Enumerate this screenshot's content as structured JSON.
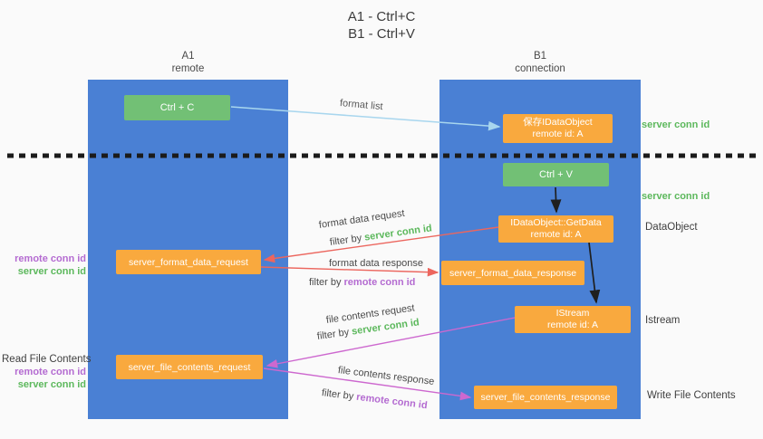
{
  "title": {
    "line1": "A1 - Ctrl+C",
    "line2": "B1 - Ctrl+V"
  },
  "columns": {
    "a": {
      "title": "A1",
      "subtitle": "remote"
    },
    "b": {
      "title": "B1",
      "subtitle": "connection"
    }
  },
  "nodes": {
    "ctrl_c": "Ctrl + C",
    "ctrl_v": "Ctrl + V",
    "save_idataobject": {
      "line1": "保存IDataObject",
      "line2": "remote id: A"
    },
    "getdata": {
      "line1": "IDataObject::GetData",
      "line2": "remote id: A"
    },
    "istream": {
      "line1": "IStream",
      "line2": "remote id: A"
    },
    "format_request": "server_format_data_request",
    "format_response": "server_format_data_response",
    "file_request": "server_file_contents_request",
    "file_response": "server_file_contents_response"
  },
  "side_labels": {
    "server_conn_id_1": "server conn id",
    "server_conn_id_2": "server conn id",
    "dataobject": "DataObject",
    "istream": "Istream",
    "write_file_contents": "Write File Contents",
    "read_file_contents": "Read File Contents",
    "remote_conn_id_a": "remote conn id",
    "server_conn_id_a": "server conn id",
    "remote_conn_id_b": "remote conn id",
    "server_conn_id_b": "server conn id"
  },
  "arrow_labels": {
    "format_list": "format list",
    "format_data_request": "format data request",
    "filter_by_1": "filter by",
    "filter_value_1": "server conn id",
    "format_data_response": "format data response",
    "filter_by_2": "filter by",
    "filter_value_2": "remote conn id",
    "file_contents_request": "file contents request",
    "filter_by_3": "filter by",
    "filter_value_3": "server conn id",
    "file_contents_response": "file contents response",
    "filter_by_4": "filter by",
    "filter_value_4": "remote conn id"
  },
  "colors": {
    "column_blue": "#4a80d4",
    "box_green": "#72c075",
    "box_orange": "#f9a93e",
    "arrow_light_blue": "#a8d6ee",
    "arrow_red": "#ec665e",
    "arrow_magenta": "#cd68cf",
    "arrow_black": "#1f1f1f",
    "label_green": "#5cb85c",
    "label_purple": "#b46bd1"
  }
}
